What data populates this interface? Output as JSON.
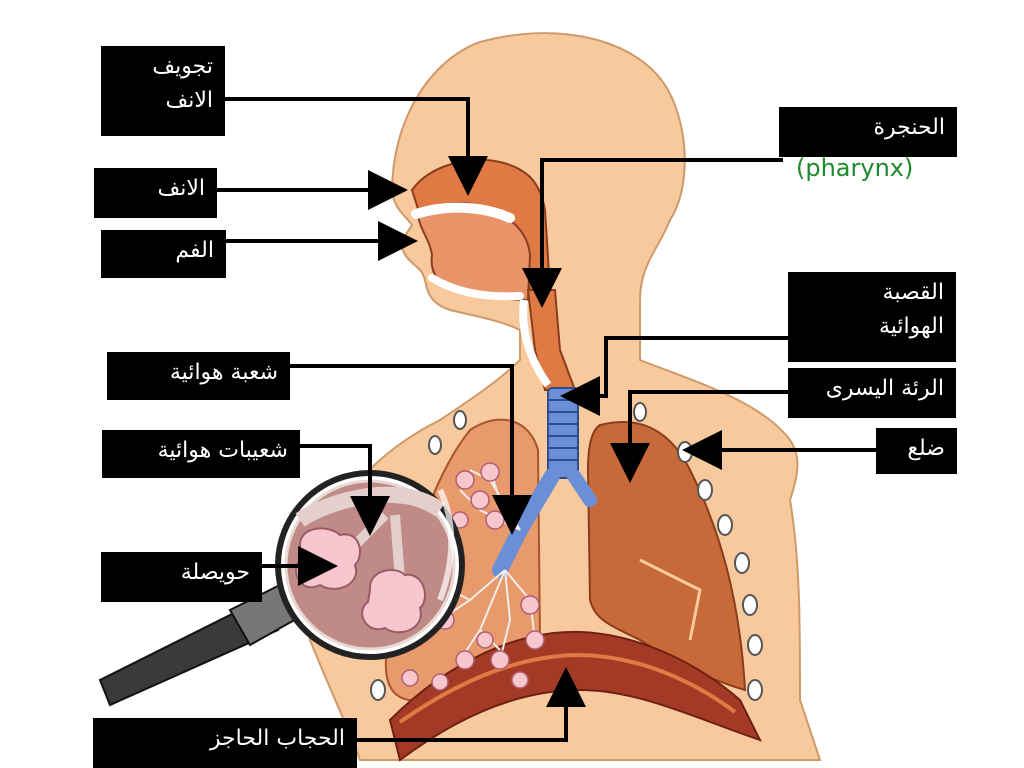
{
  "colors": {
    "skin": "#f8c99d",
    "skin_outline": "#cf9a6a",
    "airway": "#e07a45",
    "lung": "#c8693a",
    "lung_dark": "#a8542c",
    "bronchi": "#6b8fd6",
    "diaphragm": "#a33a26",
    "alveoli": "#f7c6cf",
    "lens_rim": "#222222",
    "label_bg": "#000000",
    "label_text": "#ffffff",
    "english_label": "#1e8a2e"
  },
  "labels": {
    "nasal_cavity": "تجويف\nالانف",
    "nose": "الانف",
    "mouth": "الفم",
    "bronchus": "شعبة هوائية",
    "bronchioles": "شعيبات هوائية",
    "alveolus": "حويصلة",
    "diaphragm": "الحجاب الحاجز",
    "larynx": "الحنجرة",
    "pharynx_en": "(pharynx)",
    "trachea": "القصبة\nالهوائية",
    "left_lung": "الرئة اليسرى",
    "rib": "ضلع"
  },
  "icons": [
    "magnifier-icon",
    "rib-icon"
  ]
}
